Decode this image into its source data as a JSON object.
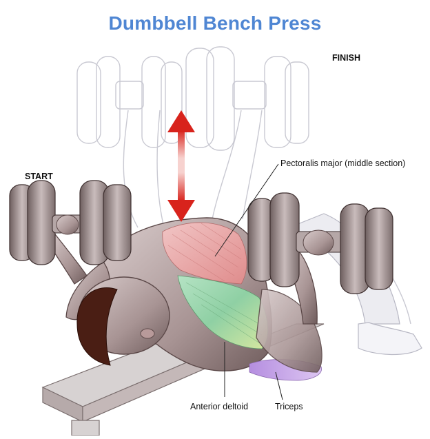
{
  "title": "Dumbbell Bench Press",
  "labels": {
    "finish": "FINISH",
    "start": "START",
    "pectoralis": "Pectoralis major (middle section)",
    "anterior_deltoid": "Anterior deltoid",
    "triceps": "Triceps"
  },
  "colors": {
    "title": "#4f86d3",
    "arrow": "#d8231c",
    "pectoralis": "#e89a9a",
    "deltoid": "#9fd6a0",
    "triceps": "#c9a8e6",
    "skin": "#b6a4a4",
    "plate": "#8a7c7c"
  }
}
